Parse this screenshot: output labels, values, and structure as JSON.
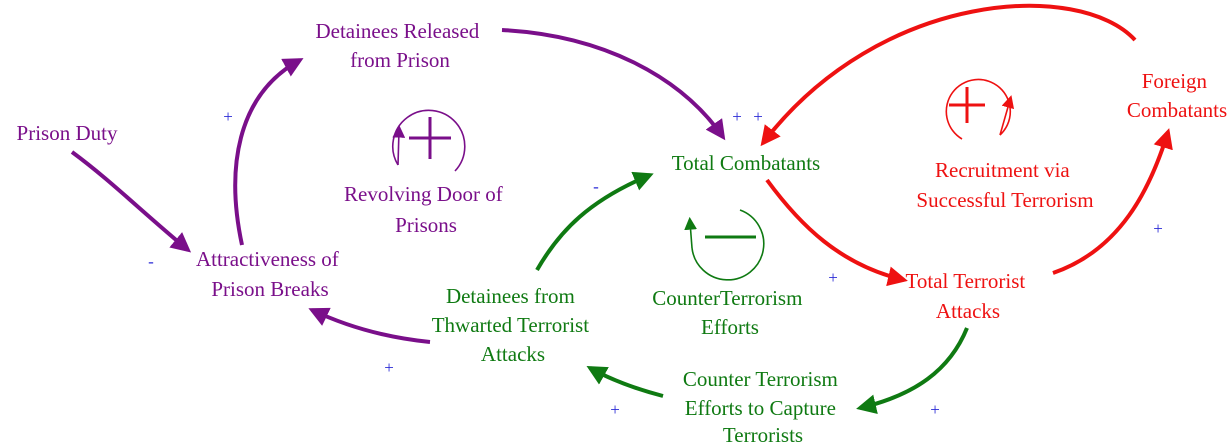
{
  "colors": {
    "purple": "#7a0f8a",
    "green": "#0f7a12",
    "red": "#ee1111",
    "polarity": "#2b2bd6"
  },
  "nodes": {
    "detainees_released": [
      "Detainees Released",
      "from Prison"
    ],
    "prison_duty": [
      "Prison Duty"
    ],
    "attractiveness": [
      "Attractiveness of",
      "Prison Breaks"
    ],
    "total_combatants": [
      "Total Combatants"
    ],
    "foreign_combatants": [
      "Foreign",
      "Combatants"
    ],
    "total_attacks": [
      "Total Terrorist",
      "Attacks"
    ],
    "detainees_thwarted": [
      "Detainees from",
      "Thwarted Terrorist",
      "Attacks"
    ],
    "counter_capture": [
      "Counter Terrorism",
      "Efforts to Capture",
      "Terrorists"
    ]
  },
  "loops": {
    "revolving_door": {
      "label": [
        "Revolving Door of",
        "Prisons"
      ],
      "polarity": "+",
      "icon": "reinforcing-loop-icon"
    },
    "recruitment": {
      "label": [
        "Recruitment via",
        "Successful Terrorism"
      ],
      "polarity": "+",
      "icon": "reinforcing-loop-icon"
    },
    "counterterrorism": {
      "label": [
        "CounterTerrorism",
        "Efforts"
      ],
      "polarity": "−",
      "icon": "balancing-loop-icon"
    }
  },
  "links": {
    "attractiveness_to_released": "+",
    "released_to_combatants": "+",
    "foreign_to_combatants": "+",
    "duty_to_attractiveness": "-",
    "thwarted_to_combatants": "-",
    "combatants_to_attacks": "+",
    "attacks_to_foreign": "+",
    "thwarted_to_attractiveness": "+",
    "capture_to_thwarted": "+",
    "attacks_to_capture": "+"
  }
}
